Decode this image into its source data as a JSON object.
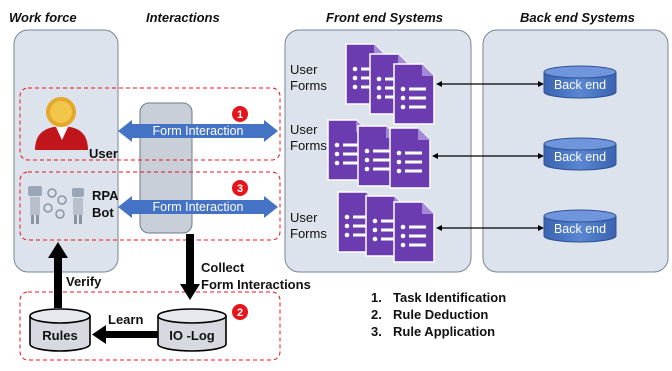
{
  "headers": {
    "workforce": "Work force",
    "interactions": "Interactions",
    "frontend": "Front end Systems",
    "backend": "Back end Systems"
  },
  "workforce": {
    "user_label": "User",
    "rpa_label_line1": "RPA",
    "rpa_label_line2": "Bot"
  },
  "interactions": {
    "arrow1_label": "Form Interaction",
    "arrow2_label": "Form Interaction",
    "badge1": "1",
    "badge2": "2",
    "badge3": "3"
  },
  "frontend": {
    "forms": [
      {
        "line1": "User",
        "line2": "Forms"
      },
      {
        "line1": "User",
        "line2": "Forms"
      },
      {
        "line1": "User",
        "line2": "Forms"
      }
    ]
  },
  "backend": {
    "items": [
      "Back end",
      "Back end",
      "Back end"
    ]
  },
  "flow": {
    "collect_line1": "Collect",
    "collect_line2": "Form Interactions",
    "verify": "Verify",
    "learn": "Learn",
    "rules_db": "Rules",
    "iolog_db": "IO -Log"
  },
  "steps": [
    {
      "num": "1.",
      "text": "Task Identification"
    },
    {
      "num": "2.",
      "text": "Rule Deduction"
    },
    {
      "num": "3.",
      "text": "Rule Application"
    }
  ],
  "colors": {
    "panel_fill": "#dde3ec",
    "panel_stroke": "#7a8596",
    "arrow_blue": "#4472c4",
    "form_purple": "#6a3cb0",
    "form_purple_light": "#8c63cf",
    "db_blue": "#4472c4",
    "badge_red": "#e8141b",
    "dashed_red": "#e8141b"
  }
}
